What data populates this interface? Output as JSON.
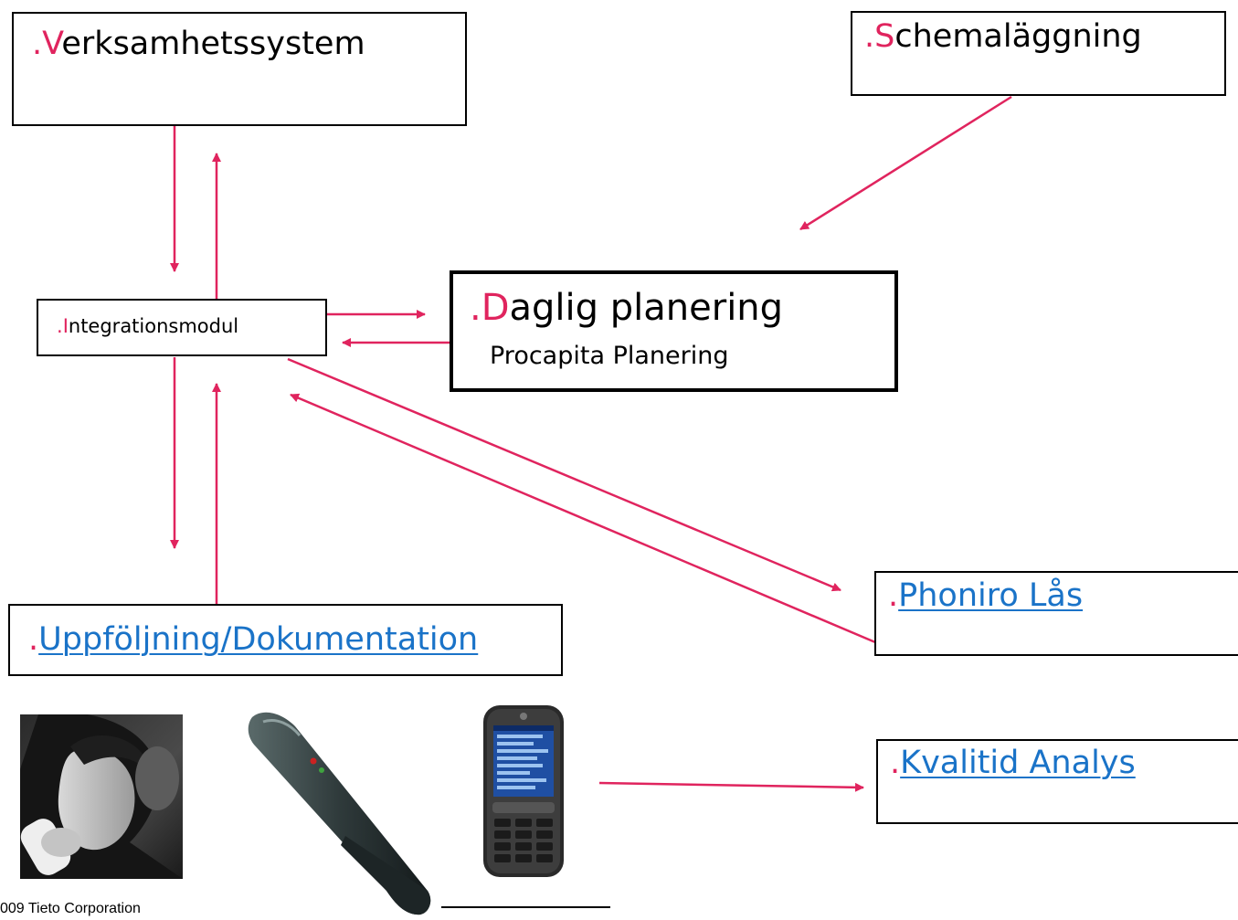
{
  "nodes": {
    "verksamhetssystem": {
      "dot": ".",
      "first": "V",
      "rest": "erksamhetssystem"
    },
    "schemalaggning": {
      "dot": ".",
      "first": "S",
      "rest": "chemaläggning"
    },
    "integrationsmodul": {
      "dot": ".",
      "first": "I",
      "rest": "ntegrationsmodul"
    },
    "daglig": {
      "dot": ".",
      "first": "D",
      "rest": "aglig planering",
      "subtitle": "Procapita Planering"
    },
    "phoniro": {
      "dot": ".",
      "link": "Phoniro Lås"
    },
    "uppfoljning": {
      "dot": ".",
      "link": "Uppföljning/Dokumentation"
    },
    "kvalitid": {
      "dot": ".",
      "link": "Kvalitid Analys"
    }
  },
  "footer": {
    "copyright": "009 Tieto Corporation"
  },
  "colors": {
    "accent": "#e0245e",
    "link": "#1a73c8",
    "border": "#000000"
  },
  "images": {
    "photo": "person-on-phone-photo",
    "pen": "digital-pen-device",
    "phone": "hp-smartphone-device"
  }
}
